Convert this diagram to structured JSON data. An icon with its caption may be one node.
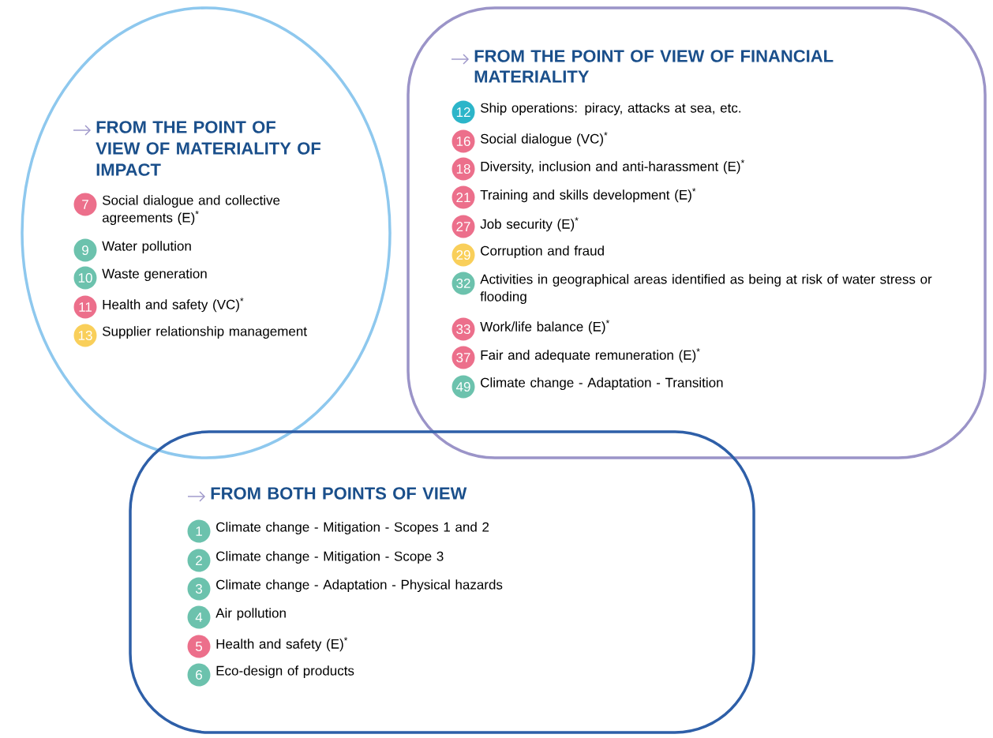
{
  "diagram": {
    "nodes": [
      {
        "text": [
          "FROM THE POINT OF VIEW OF MATERIALITY OF IMPACT"
        ]
      },
      {
        "text": [
          "7"
        ],
        "beside": [
          "Social dialogue and collective agreements (E)$^{*}$"
        ],
        "in": 0
      },
      {
        "text": [
          "9"
        ],
        "beside": [
          "Water pollution"
        ],
        "in": 0
      },
      {
        "text": [
          "10"
        ],
        "beside": [
          "Waste generation"
        ],
        "in": 0
      },
      {
        "text": [
          "11"
        ],
        "beside": [
          "Health and safety (VC)$^{*}$"
        ],
        "in": 0
      },
      {
        "text": [
          "13"
        ],
        "beside": [
          "Supplier relationship management"
        ],
        "in": 0
      },
      {
        "text": [
          "FROM THE POINT OF VIEW OF FINANCIAL MATERIALITY"
        ]
      },
      {
        "text": [
          "12"
        ],
        "beside": [
          "Ship operations: piracy, attacks at sea, etc."
        ],
        "in": 6
      },
      {
        "text": [
          "16"
        ],
        "beside": [
          "Social dialogue (VC)$^{*}$"
        ],
        "in": 6
      },
      {
        "text": [
          "18"
        ],
        "beside": [
          "Diversity, inclusion and anti-harassment (E)$^{*}$"
        ],
        "in": 6
      },
      {
        "text": [
          "21"
        ],
        "beside": [
          "Training and skills development (E)$^{*}$"
        ],
        "in": 6
      },
      {
        "text": [
          "27"
        ],
        "beside": [
          "Job security (E)$^{*}$"
        ],
        "in": 6
      },
      {
        "text": [
          "29"
        ],
        "beside": [
          "Corruption and fraud"
        ],
        "in": 6
      },
      {
        "text": [
          "32"
        ],
        "beside": [
          "Activities in geographical areas identified as being at risk of water stress or flooding"
        ],
        "in": 6
      },
      {
        "text": [
          "33"
        ],
        "beside": [
          "Work/life balance (E)$^{*}$"
        ],
        "in": 6
      },
      {
        "text": [
          "37"
        ],
        "beside": [
          "Fair and adequate remuneration (E)$^{*}$"
        ],
        "in": 6
      },
      {
        "text": [
          "49"
        ],
        "beside": [
          "Climate change - Adaptation - Transition"
        ],
        "in": 6
      },
      {
        "text": [
          "FROM BOTH POINTS OF VIEW"
        ]
      },
      {
        "text": [
          "1"
        ],
        "beside": [
          "Climate change - Mitigation - Scopes 1 and 2"
        ],
        "in": 17
      },
      {
        "text": [
          "2"
        ],
        "beside": [
          "Climate change - Mitigation - Scope 3"
        ],
        "in": 17
      },
      {
        "text": [
          "3"
        ],
        "beside": [
          "Climate change - Adaptation - Physical hazards"
        ],
        "in": 17
      },
      {
        "text": [
          "4"
        ],
        "beside": [
          "Air pollution"
        ],
        "in": 17
      },
      {
        "text": [
          "5"
        ],
        "beside": [
          "Health and safety (E)$^{*}$"
        ],
        "in": 17
      },
      {
        "text": [
          "6"
        ],
        "beside": [
          "Eco-design of products"
        ],
        "in": 17
      }
    ]
  }
}
